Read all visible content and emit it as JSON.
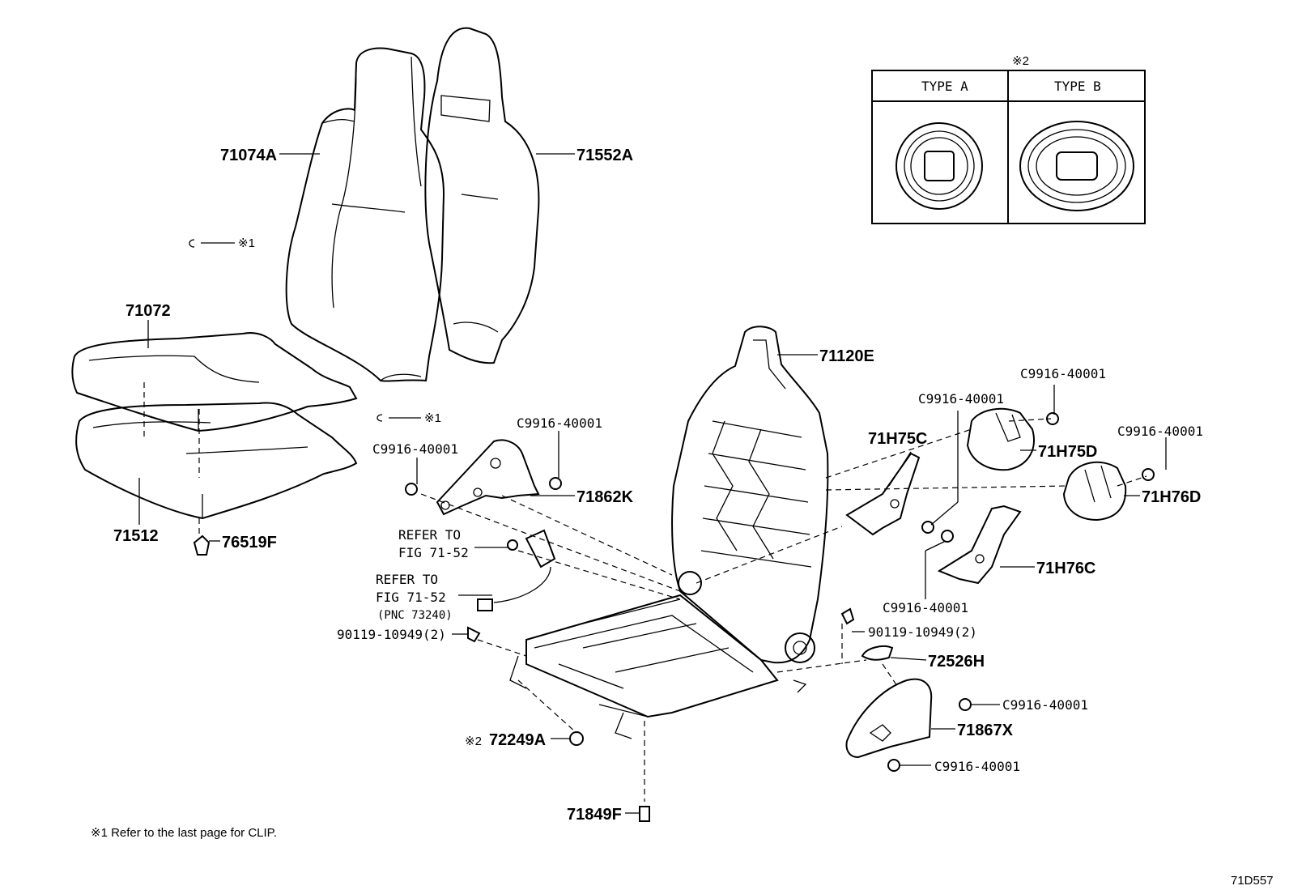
{
  "labels": {
    "p71074A": "71074A",
    "p71552A": "71552A",
    "p71072": "71072",
    "p71512": "71512",
    "p76519F": "76519F",
    "p71120E": "71120E",
    "p71862K": "71862K",
    "p71H75C": "71H75C",
    "p71H75D": "71H75D",
    "p71H76D": "71H76D",
    "p71H76C": "71H76C",
    "p72526H": "72526H",
    "p71867X": "71867X",
    "p72249A": "72249A",
    "p71849F": "71849F",
    "bolt_c9916_1": "C9916-40001",
    "bolt_c9916_2": "C9916-40001",
    "bolt_c9916_3": "C9916-40001",
    "bolt_c9916_4": "C9916-40001",
    "bolt_c9916_5": "C9916-40001",
    "bolt_c9916_6": "C9916-40001",
    "bolt_c9916_7": "C9916-40001",
    "bolt_c9916_8": "C9916-40001",
    "screw_90119_left": "90119-10949(2)",
    "screw_90119_right": "90119-10949(2)",
    "refer1_line1": "REFER TO",
    "refer1_line2": "FIG 71-52",
    "refer2_line1": "REFER TO",
    "refer2_line2": "FIG 71-52",
    "refer2_line3": "(PNC 73240)",
    "clip_mark_1": "※1",
    "clip_mark_2": "※1",
    "type_mark_72249A": "※2",
    "inset_mark": "※2",
    "type_a": "TYPE  A",
    "type_b": "TYPE  B",
    "footnote": "※1  Refer to the last page for CLIP.",
    "diagram_code": "71D557"
  }
}
